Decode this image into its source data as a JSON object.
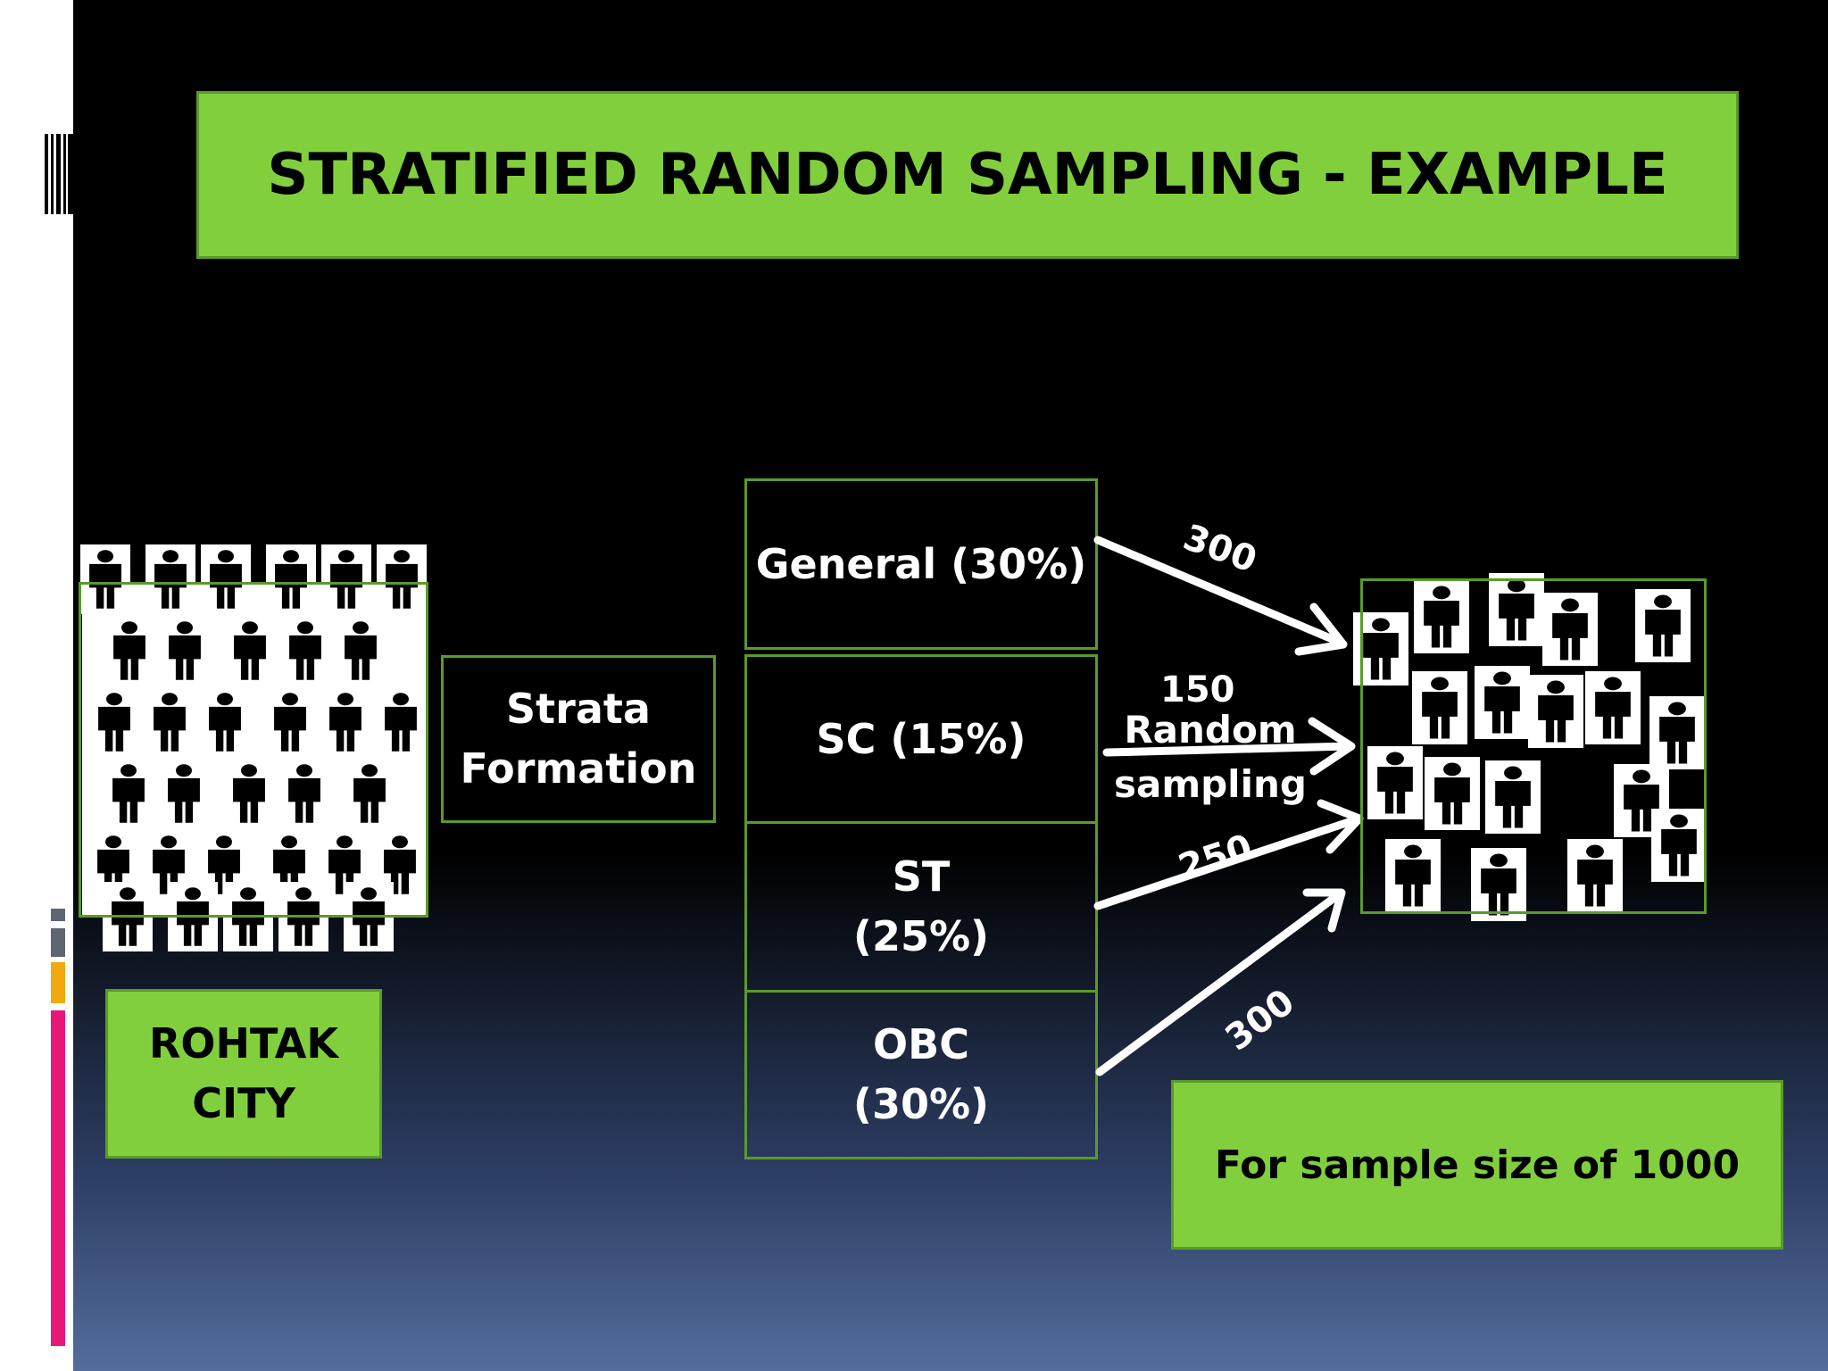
{
  "title": "STRATIFIED RANDOM SAMPLING - EXAMPLE",
  "population_label": "ROHTAK\nCITY",
  "process_label": "Strata\nFormation",
  "strata": [
    {
      "label": "General (30%)"
    },
    {
      "label": "SC (15%)"
    },
    {
      "label": "ST\n(25%)"
    },
    {
      "label": "OBC\n(30%)"
    }
  ],
  "sample_counts": [
    "300",
    "150",
    "250",
    "300"
  ],
  "method_label": "Random\nsampling",
  "sample_size_note": "For sample size of 1000",
  "colors": {
    "accent_green": "#82cf3e",
    "border_green": "#5a9a2a",
    "arrow": "#ffffff",
    "strip_gray": "#5f6672",
    "strip_orange": "#f2a90f",
    "strip_pink": "#e8177c"
  },
  "icons": {
    "person": "person-icon",
    "left_bar_decoration": "barcode-stripes-icon"
  }
}
